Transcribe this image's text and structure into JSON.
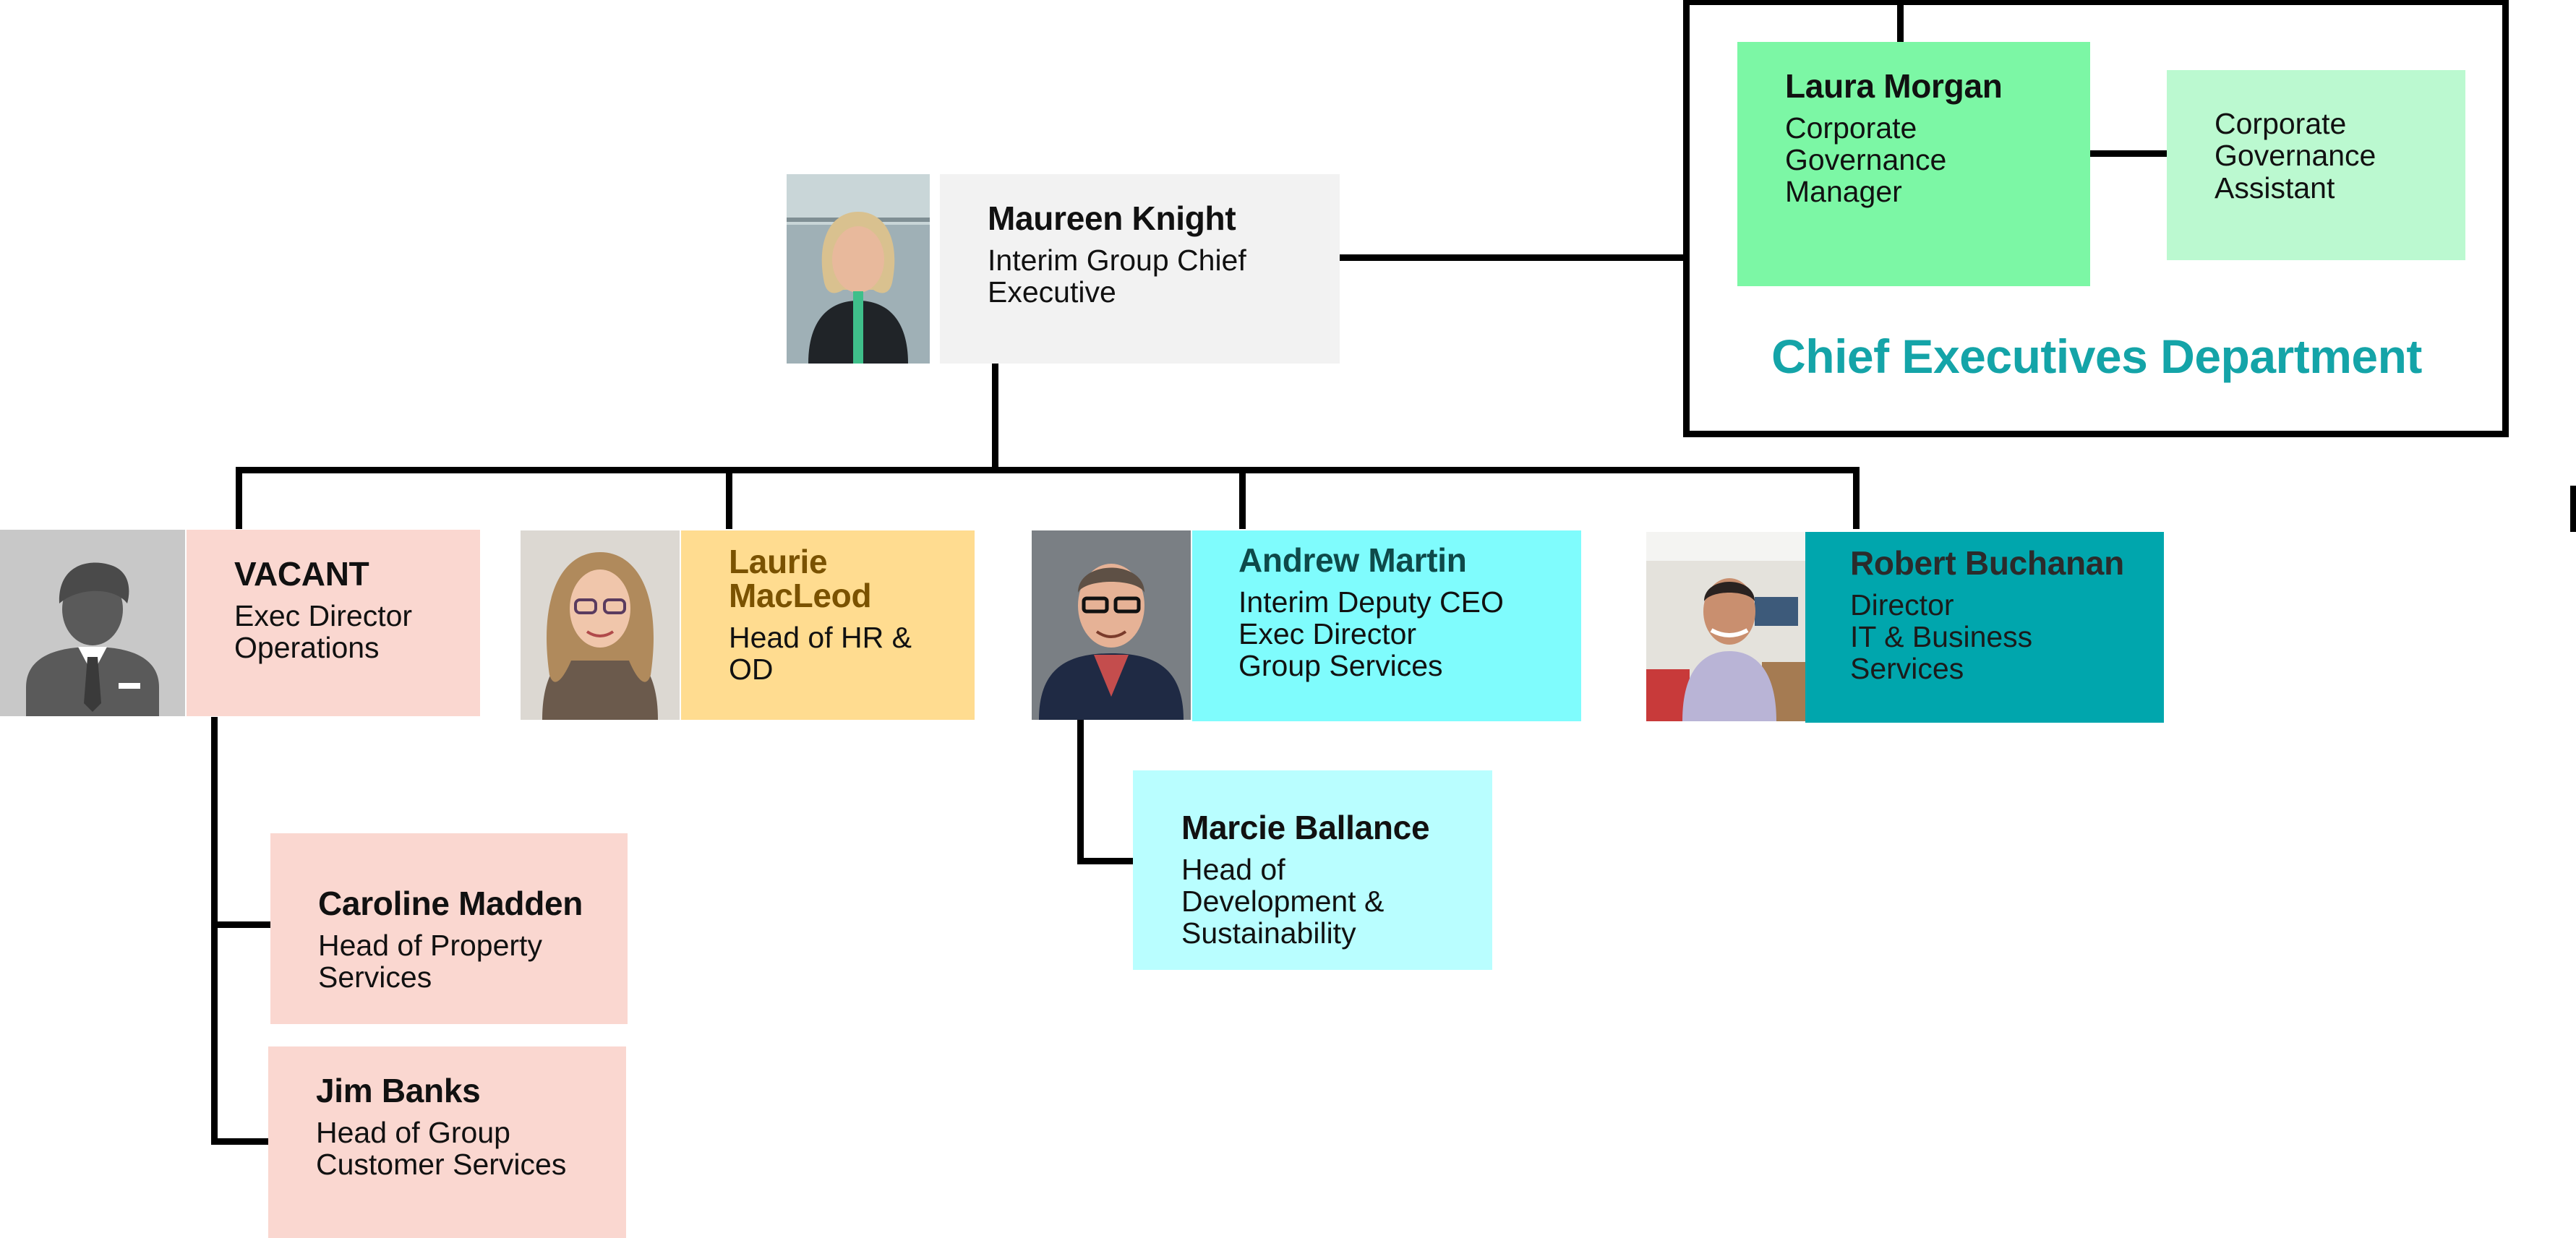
{
  "colors": {
    "connector": "#000000",
    "ceo_box": "#f2f2f2",
    "governance_manager": "#7cf7a5",
    "governance_assistant": "#bbf9d0",
    "operations": "#fad7d0",
    "hr": "#ffdc90",
    "hr_name_text": "#7a5200",
    "group_services": "#7ffcfd",
    "group_services_name_text": "#0e4a4a",
    "development": "#b9feff",
    "it_services": "#00a6ad",
    "it_name_text": "#2b2b2b",
    "dept_title": "#14a4a8"
  },
  "department": {
    "title": "Chief Executives Department"
  },
  "people": {
    "ceo": {
      "name": "Maureen Knight",
      "role": [
        "Interim Group Chief",
        "Executive"
      ],
      "photo": "woman-portrait-photo"
    },
    "laura": {
      "name": "Laura Morgan",
      "role": [
        "Corporate",
        "Governance",
        "Manager"
      ]
    },
    "assistant": {
      "role": [
        "Corporate",
        "Governance",
        "Assistant"
      ]
    },
    "vacant": {
      "name": "VACANT",
      "role": [
        "Exec Director",
        "Operations"
      ],
      "photo": "placeholder-person-icon"
    },
    "laurie": {
      "name": [
        "Laurie",
        "MacLeod"
      ],
      "role": [
        "Head of HR &",
        "OD"
      ],
      "photo": "woman-glasses-photo"
    },
    "andrew": {
      "name": "Andrew Martin",
      "role": [
        "Interim Deputy CEO",
        "Exec Director",
        "Group Services"
      ],
      "photo": "man-glasses-photo"
    },
    "robert": {
      "name": "Robert Buchanan",
      "role": [
        "Director",
        "IT & Business",
        "Services"
      ],
      "photo": "man-office-photo"
    },
    "marcie": {
      "name": "Marcie Ballance",
      "role": [
        "Head of",
        "Development &",
        "Sustainability"
      ]
    },
    "caroline": {
      "name": "Caroline Madden",
      "role": [
        "Head of Property",
        "Services"
      ]
    },
    "jim": {
      "name": "Jim Banks",
      "role": [
        "Head of Group",
        "Customer Services"
      ]
    }
  }
}
